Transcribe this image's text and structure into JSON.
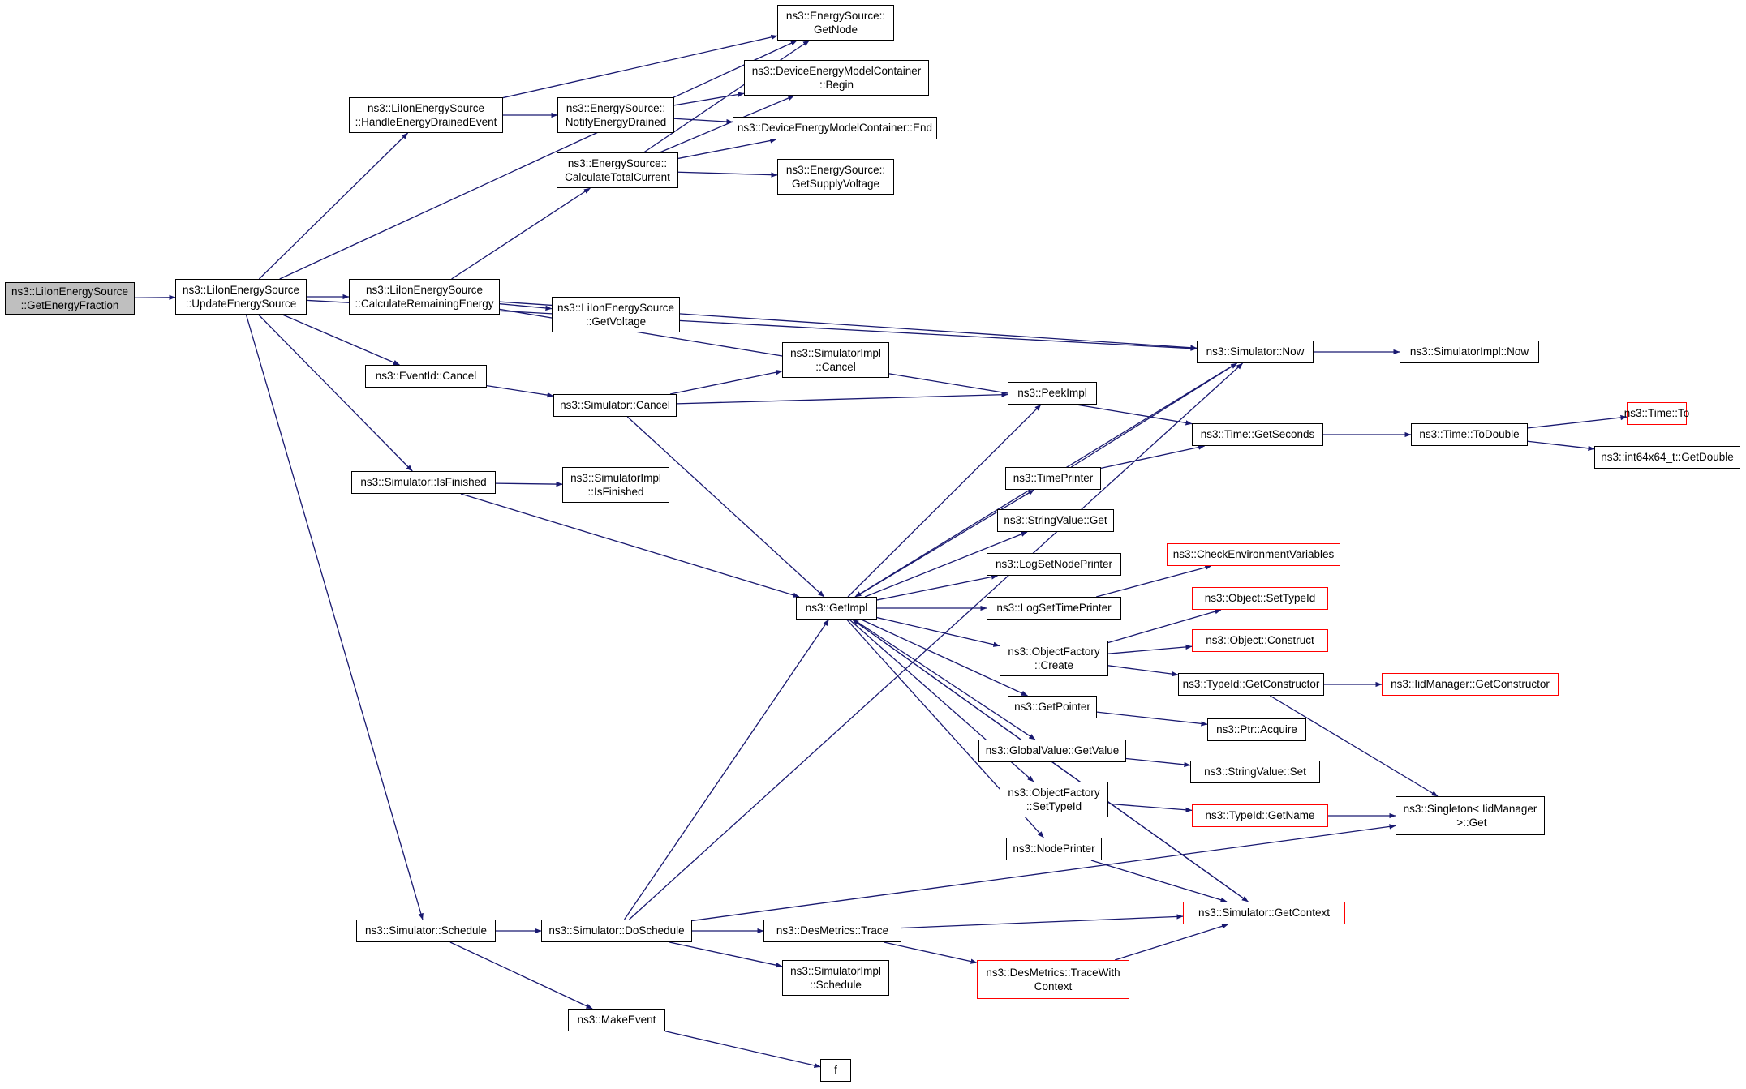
{
  "colors": {
    "edge": "#191970",
    "border": "#000000",
    "truncated_border": "#ff0000",
    "root_fill": "#bfbfbf",
    "background": "#ffffff"
  },
  "nodes": [
    {
      "id": "n0",
      "label": "ns3::LiIonEnergySource\n::GetEnergyFraction",
      "root": true
    },
    {
      "id": "n1",
      "label": "ns3::LiIonEnergySource\n::UpdateEnergySource"
    },
    {
      "id": "n2",
      "label": "ns3::LiIonEnergySource\n::HandleEnergyDrainedEvent"
    },
    {
      "id": "n3",
      "label": "ns3::LiIonEnergySource\n::CalculateRemainingEnergy"
    },
    {
      "id": "n4",
      "label": "ns3::EventId::Cancel"
    },
    {
      "id": "n5",
      "label": "ns3::Simulator::IsFinished"
    },
    {
      "id": "n6",
      "label": "ns3::Simulator::Schedule"
    },
    {
      "id": "n7",
      "label": "ns3::EnergySource::\nGetNode"
    },
    {
      "id": "n8",
      "label": "ns3::EnergySource::\nNotifyEnergyDrained"
    },
    {
      "id": "n9",
      "label": "ns3::EnergySource::\nCalculateTotalCurrent"
    },
    {
      "id": "n10",
      "label": "ns3::DeviceEnergyModelContainer\n::Begin"
    },
    {
      "id": "n11",
      "label": "ns3::DeviceEnergyModelContainer::End"
    },
    {
      "id": "n12",
      "label": "ns3::EnergySource::\nGetSupplyVoltage"
    },
    {
      "id": "n13",
      "label": "ns3::LiIonEnergySource\n::GetVoltage"
    },
    {
      "id": "n14",
      "label": "ns3::Simulator::Now"
    },
    {
      "id": "n15",
      "label": "ns3::SimulatorImpl::Now"
    },
    {
      "id": "n16",
      "label": "ns3::SimulatorImpl\n::Cancel"
    },
    {
      "id": "n17",
      "label": "ns3::Simulator::Cancel"
    },
    {
      "id": "n18",
      "label": "ns3::PeekImpl"
    },
    {
      "id": "n19",
      "label": "ns3::Time::GetSeconds"
    },
    {
      "id": "n20",
      "label": "ns3::Time::ToDouble"
    },
    {
      "id": "n21",
      "label": "ns3::Time::To",
      "red": true
    },
    {
      "id": "n22",
      "label": "ns3::int64x64_t::GetDouble"
    },
    {
      "id": "n23",
      "label": "ns3::SimulatorImpl\n::IsFinished"
    },
    {
      "id": "n24",
      "label": "ns3::TimePrinter"
    },
    {
      "id": "n25",
      "label": "ns3::StringValue::Get"
    },
    {
      "id": "n26",
      "label": "ns3::CheckEnvironmentVariables",
      "red": true
    },
    {
      "id": "n27",
      "label": "ns3::LogSetNodePrinter"
    },
    {
      "id": "n28",
      "label": "ns3::GetImpl"
    },
    {
      "id": "n29",
      "label": "ns3::LogSetTimePrinter"
    },
    {
      "id": "n30",
      "label": "ns3::Object::SetTypeId",
      "red": true
    },
    {
      "id": "n31",
      "label": "ns3::ObjectFactory\n::Create"
    },
    {
      "id": "n32",
      "label": "ns3::Object::Construct",
      "red": true
    },
    {
      "id": "n33",
      "label": "ns3::TypeId::GetConstructor"
    },
    {
      "id": "n34",
      "label": "ns3::IidManager::GetConstructor",
      "red": true
    },
    {
      "id": "n35",
      "label": "ns3::GetPointer"
    },
    {
      "id": "n36",
      "label": "ns3::Ptr::Acquire"
    },
    {
      "id": "n37",
      "label": "ns3::GlobalValue::GetValue"
    },
    {
      "id": "n38",
      "label": "ns3::StringValue::Set"
    },
    {
      "id": "n39",
      "label": "ns3::ObjectFactory\n::SetTypeId"
    },
    {
      "id": "n40",
      "label": "ns3::TypeId::GetName",
      "red": true
    },
    {
      "id": "n41",
      "label": "ns3::Singleton< IidManager\n >::Get"
    },
    {
      "id": "n42",
      "label": "ns3::NodePrinter"
    },
    {
      "id": "n43",
      "label": "ns3::Simulator::GetContext",
      "red": true
    },
    {
      "id": "n44",
      "label": "ns3::Simulator::DoSchedule"
    },
    {
      "id": "n45",
      "label": "ns3::DesMetrics::Trace"
    },
    {
      "id": "n46",
      "label": "ns3::DesMetrics::TraceWith\nContext",
      "red": true
    },
    {
      "id": "n47",
      "label": "ns3::SimulatorImpl\n::Schedule"
    },
    {
      "id": "n48",
      "label": "ns3::MakeEvent"
    },
    {
      "id": "n49",
      "label": "f"
    }
  ],
  "edges": [
    [
      "n0",
      "n1"
    ],
    [
      "n1",
      "n2"
    ],
    [
      "n1",
      "n3"
    ],
    [
      "n1",
      "n4"
    ],
    [
      "n1",
      "n5"
    ],
    [
      "n1",
      "n6"
    ],
    [
      "n1",
      "n7"
    ],
    [
      "n1",
      "n14"
    ],
    [
      "n2",
      "n7"
    ],
    [
      "n2",
      "n8"
    ],
    [
      "n8",
      "n10"
    ],
    [
      "n8",
      "n11"
    ],
    [
      "n3",
      "n9"
    ],
    [
      "n3",
      "n13"
    ],
    [
      "n3",
      "n14"
    ],
    [
      "n3",
      "n19"
    ],
    [
      "n9",
      "n7"
    ],
    [
      "n9",
      "n10"
    ],
    [
      "n9",
      "n11"
    ],
    [
      "n9",
      "n12"
    ],
    [
      "n4",
      "n17"
    ],
    [
      "n17",
      "n16"
    ],
    [
      "n17",
      "n18"
    ],
    [
      "n17",
      "n28"
    ],
    [
      "n5",
      "n23"
    ],
    [
      "n5",
      "n28"
    ],
    [
      "n6",
      "n44"
    ],
    [
      "n6",
      "n48"
    ],
    [
      "n48",
      "n49"
    ],
    [
      "n44",
      "n14"
    ],
    [
      "n44",
      "n28"
    ],
    [
      "n44",
      "n45"
    ],
    [
      "n44",
      "n47"
    ],
    [
      "n44",
      "n41"
    ],
    [
      "n45",
      "n43"
    ],
    [
      "n45",
      "n46"
    ],
    [
      "n46",
      "n43"
    ],
    [
      "n14",
      "n15"
    ],
    [
      "n14",
      "n28"
    ],
    [
      "n19",
      "n20"
    ],
    [
      "n20",
      "n21"
    ],
    [
      "n20",
      "n22"
    ],
    [
      "n24",
      "n14"
    ],
    [
      "n24",
      "n19"
    ],
    [
      "n28",
      "n18"
    ],
    [
      "n28",
      "n24"
    ],
    [
      "n28",
      "n25"
    ],
    [
      "n28",
      "n27"
    ],
    [
      "n28",
      "n29"
    ],
    [
      "n28",
      "n31"
    ],
    [
      "n28",
      "n35"
    ],
    [
      "n28",
      "n37"
    ],
    [
      "n28",
      "n39"
    ],
    [
      "n28",
      "n42"
    ],
    [
      "n28",
      "n43"
    ],
    [
      "n29",
      "n26"
    ],
    [
      "n31",
      "n30"
    ],
    [
      "n31",
      "n32"
    ],
    [
      "n31",
      "n33"
    ],
    [
      "n33",
      "n34"
    ],
    [
      "n33",
      "n41"
    ],
    [
      "n35",
      "n36"
    ],
    [
      "n37",
      "n38"
    ],
    [
      "n39",
      "n40"
    ],
    [
      "n40",
      "n41"
    ],
    [
      "n42",
      "n43"
    ],
    [
      "n43",
      "n28"
    ]
  ]
}
